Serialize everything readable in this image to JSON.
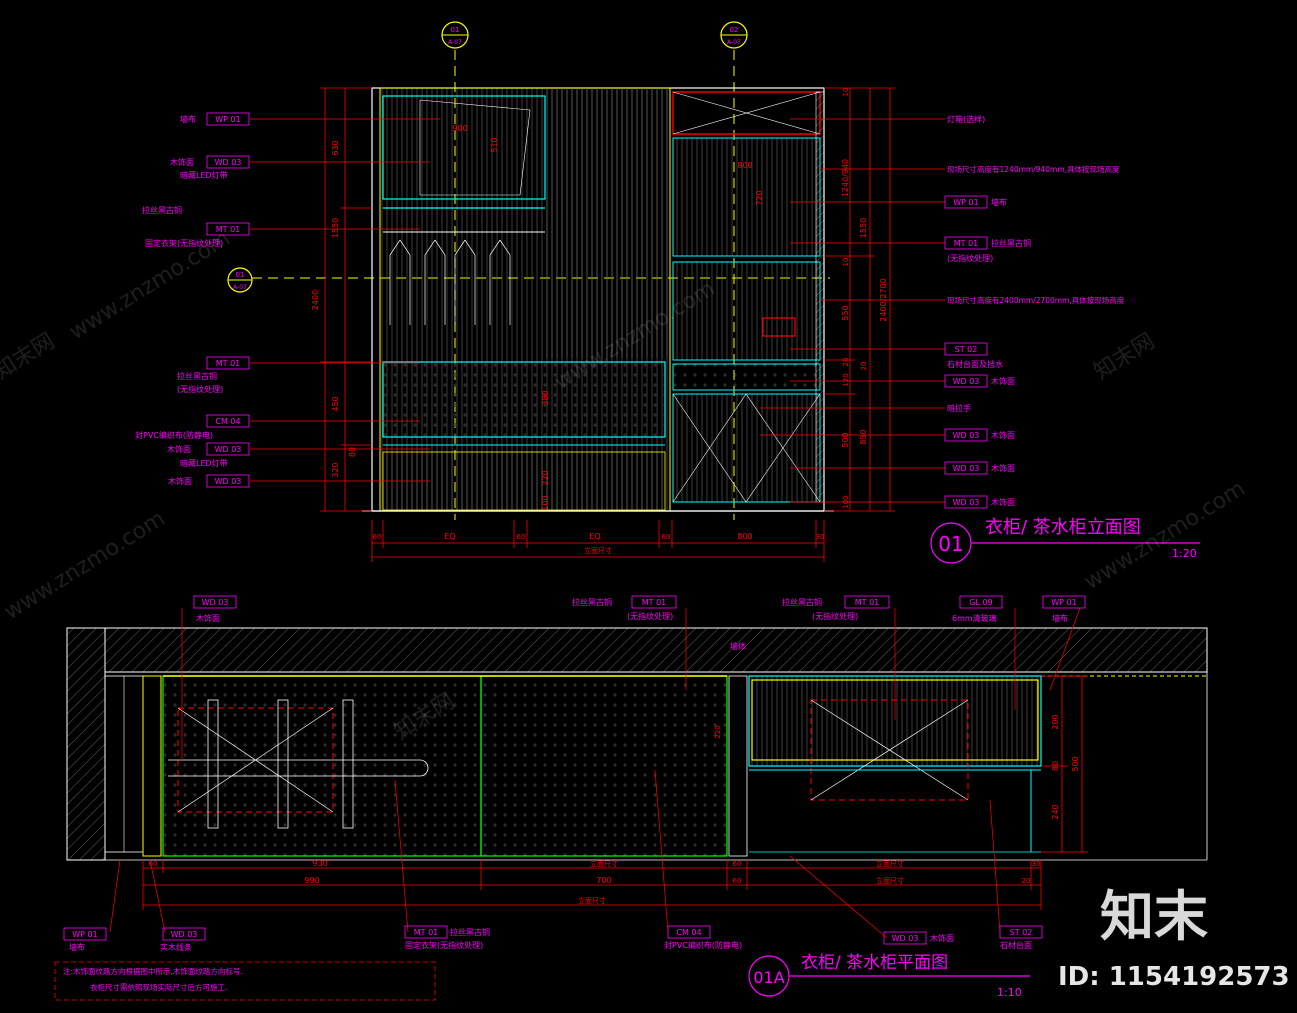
{
  "colors": {
    "background": "#000000",
    "tag": "#ff00ff",
    "leader": "#ff0000",
    "dim": "#ff0000",
    "frame": "#ffffff",
    "cabinet": "#ffff00",
    "shelf": "#00ffff",
    "hatch": "#00ff00",
    "annotation": "#ff00ff"
  },
  "elevation": {
    "title": "衣柜/ 茶水柜立面图",
    "number": "01",
    "scale": "1:20",
    "grid_marks": [
      {
        "top": "01",
        "bottom": "A-07"
      },
      {
        "top": "02",
        "bottom": "A-07"
      }
    ],
    "section_mark": {
      "top": "01",
      "bottom": "A-07"
    },
    "left_labels": [
      {
        "text": "墙布",
        "tag": "WP 01"
      },
      {
        "text": "木饰面",
        "tag": "WD 03"
      },
      {
        "text": "暗藏LED灯带",
        "tag": ""
      },
      {
        "text": "拉丝黑古铜",
        "tag": ""
      },
      {
        "text": "固定衣架(无指纹处理)",
        "tag": "MT 01"
      },
      {
        "text": "拉丝黑古铜",
        "tag": "MT 01"
      },
      {
        "text": "(无指纹处理)",
        "tag": ""
      },
      {
        "text": "封PVC编织布(防静电)",
        "tag": "CM 04"
      },
      {
        "text": "木饰面",
        "tag": "WD 03"
      },
      {
        "text": "暗藏LED灯带",
        "tag": ""
      },
      {
        "text": "木饰面",
        "tag": "WD 03"
      }
    ],
    "right_labels": [
      {
        "text": "灯箱(选样)",
        "tag": ""
      },
      {
        "text": "现场尺寸高度有1240mm/940mm,具体按现场高度",
        "tag": ""
      },
      {
        "text": "墙布",
        "tag": "WP 01"
      },
      {
        "text": "拉丝黑古铜",
        "tag": "MT 01"
      },
      {
        "text": "(无指纹处理)",
        "tag": ""
      },
      {
        "text": "现场尺寸高度有2400mm/2700mm,具体按现场高度",
        "tag": ""
      },
      {
        "text": "石材台面及挡水",
        "tag": "ST 02"
      },
      {
        "text": "木饰面",
        "tag": "WD 03"
      },
      {
        "text": "暗拉手",
        "tag": ""
      },
      {
        "text": "木饰面",
        "tag": "WD 03"
      },
      {
        "text": "木饰面",
        "tag": "WD 03"
      },
      {
        "text": "木饰面",
        "tag": "WD 03"
      }
    ],
    "left_dims": [
      "630",
      "1550",
      "2400",
      "450",
      "320",
      "80"
    ],
    "inner_dims": [
      "510",
      "380",
      "220",
      "100"
    ],
    "right_dims": [
      "10",
      "1240/940",
      "1550",
      "2400/2700",
      "10",
      "550",
      "20",
      "120",
      "20",
      "850",
      "500",
      "100",
      "720"
    ],
    "bottom_dims": [
      "60",
      "EQ",
      "60",
      "EQ",
      "60",
      "800",
      "30"
    ],
    "bottom_total": "立面尺寸",
    "inner_labels": [
      "900",
      "800"
    ]
  },
  "plan": {
    "title": "衣柜/ 茶水柜平面图",
    "number": "01A",
    "scale": "1:10",
    "wall_label": "墙体",
    "top_labels": [
      {
        "text": "木饰面",
        "tag": "WD 03"
      },
      {
        "text": "拉丝黑古铜",
        "tag": "MT 01"
      },
      {
        "text": "(无指纹处理)",
        "tag": ""
      },
      {
        "text": "拉丝黑古铜",
        "tag": "MT 01"
      },
      {
        "text": "(无指纹处理)",
        "tag": ""
      },
      {
        "text": "6mm清玻璃",
        "tag": "GL 09"
      },
      {
        "text": "墙布",
        "tag": "WP 01"
      }
    ],
    "bottom_labels": [
      {
        "text": "墙布",
        "tag": "WP 01"
      },
      {
        "text": "实木线条",
        "tag": "WD 03"
      },
      {
        "text": "拉丝黑古铜",
        "tag": "MT 01"
      },
      {
        "text": "固定衣架(无指纹处理)",
        "tag": ""
      },
      {
        "text": "封PVC编织布(防静电)",
        "tag": "CM 04"
      },
      {
        "text": "木饰面",
        "tag": "WD 03"
      },
      {
        "text": "石材台面",
        "tag": "ST 02"
      }
    ],
    "dims_row1": [
      "60",
      "930",
      "立面尺寸",
      "60",
      "立面尺寸",
      "30"
    ],
    "dims_row2": [
      "990",
      "700",
      "60",
      "立面尺寸",
      "20"
    ],
    "dims_total": "立面尺寸",
    "side_dims": [
      "200",
      "80",
      "240",
      "500"
    ],
    "inner_dim": "220"
  },
  "notes": [
    "注:木饰面纹路方向根据图中所示,木饰面纹路方向标号.",
    "衣柜尺寸需依照现场实际尺寸后方可施工."
  ],
  "watermark": {
    "brand": "知末",
    "id": "ID: 1154192573",
    "site": "www.znzmo.com",
    "site_cn": "知末网"
  }
}
